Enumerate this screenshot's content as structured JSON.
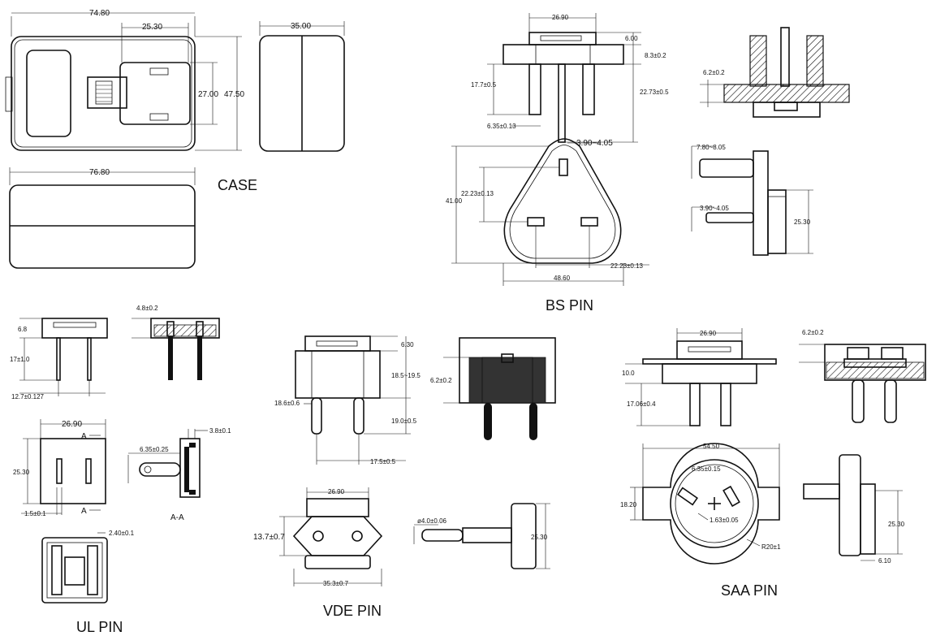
{
  "titles": {
    "case": "CASE",
    "bs": "BS PIN",
    "ul": "UL PIN",
    "vde": "VDE PIN",
    "saa": "SAA PIN"
  },
  "case_dims": {
    "length": "74.80",
    "slot_width": "25.30",
    "inner_height": "27.00",
    "height": "47.50",
    "depth": "35.00",
    "bottom_length": "76.80"
  },
  "bs_dims": {
    "width": "26.90",
    "top_thick": "6.00",
    "plate": "8.3±0.2",
    "pin_len": "17.7±0.5",
    "overall": "22.73±0.5",
    "pin_w": "6.35±0.13",
    "section_thick": "6.2±0.2",
    "earth_w": "3.90~4.05",
    "height": "41.00",
    "pin_pitch": "22.23±0.13",
    "pin_spacing": "22.23±0.13",
    "base_w": "48.60",
    "side_pin": "7.80~8.05",
    "side_pin2": "3.90~4.05",
    "side_h": "25.30"
  },
  "ul_dims": {
    "plate": "6.8",
    "section_thick": "4.8±0.2",
    "pin_len": "17±1.0",
    "pitch": "12.7±0.127",
    "width": "26.90",
    "height": "25.30",
    "section_label_top": "A",
    "section_label_bot": "A",
    "pin_w": "6.35±0.25",
    "side_thick": "3.8±0.1",
    "pin_t": "1.5±0.1",
    "section_name": "A-A",
    "gap": "2.40±0.1"
  },
  "vde_dims": {
    "top": "6.30",
    "body": "18.5~19.5",
    "section_thick": "6.2±0.2",
    "pin_dia": "18.6±0.6",
    "pin_len": "19.0±0.5",
    "pitch": "17.5±0.5",
    "width": "26.90",
    "height": "13.7±0.7",
    "length": "35.3±0.7",
    "pin_diameter": "ø4.0±0.06",
    "side_h": "25.30"
  },
  "saa_dims": {
    "width": "26.90",
    "section_thick": "6.2±0.2",
    "plate": "10.0",
    "pin_len": "17.06±0.4",
    "diameter": "54.50",
    "pin_w": "6.35±0.15",
    "height": "18.20",
    "pin_t": "1.63±0.05",
    "radius": "R20±1",
    "side_h": "25.30",
    "side_w": "6.10"
  }
}
